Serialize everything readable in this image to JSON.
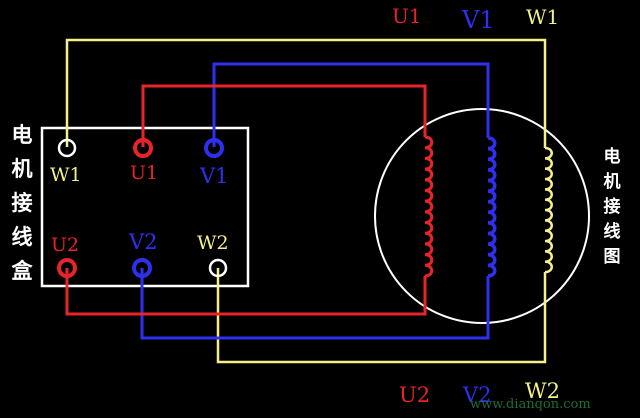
{
  "colors": {
    "background": "#000000",
    "u": "#e8242a",
    "v": "#2f2ff0",
    "w": "#f4f08a",
    "outline": "#ffffff",
    "watermark": "#1f7a3a"
  },
  "box_label": [
    "电",
    "机",
    "接",
    "线",
    "盒"
  ],
  "diagram_label": [
    "电",
    "机",
    "接",
    "线",
    "图"
  ],
  "terminals": {
    "w1": "W1",
    "u1": "U1",
    "v1": "V1",
    "u2": "U2",
    "v2": "V2",
    "w2": "W2"
  },
  "top_labels": {
    "u1": "U1",
    "v1": "V1",
    "w1": "W1"
  },
  "bottom_labels": {
    "u2": "U2",
    "v2": "V2",
    "w2": "W2"
  },
  "watermark": "www.dianqon.com"
}
